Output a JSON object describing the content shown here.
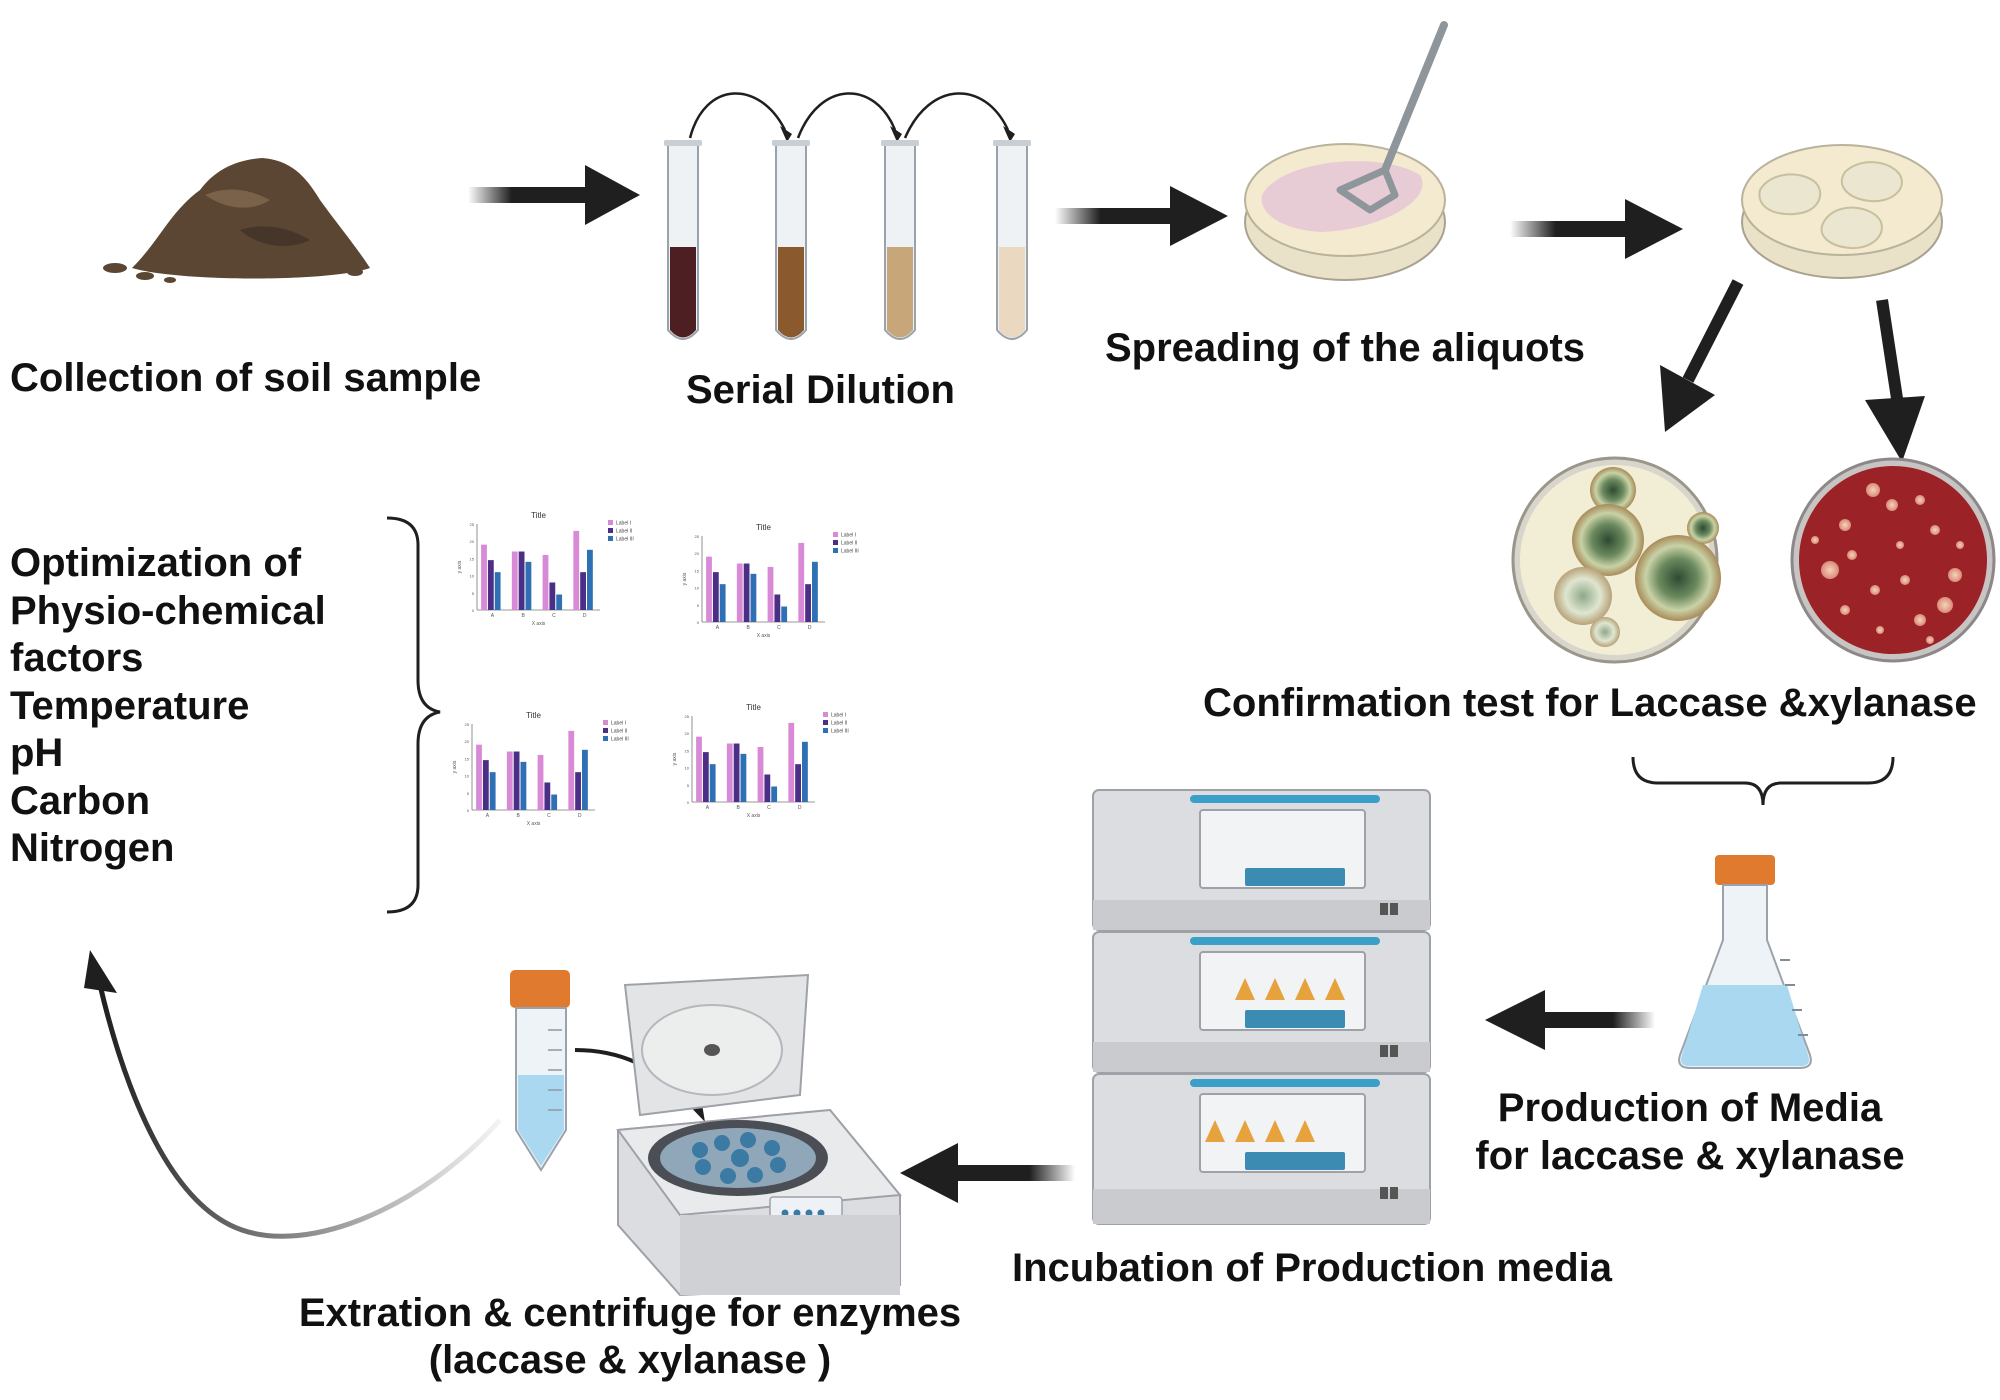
{
  "steps": {
    "collection": "Collection of soil sample",
    "serial_dilution": "Serial  Dilution",
    "spreading": "Spreading of  the aliquots",
    "confirmation": "Confirmation test for Laccase  &xylanase",
    "production_line1": "Production of Media",
    "production_line2": "for laccase & xylanase",
    "incubation": "Incubation of Production media",
    "extraction_line1": "Extration & centrifuge for enzymes",
    "extraction_line2": "(laccase & xylanase )"
  },
  "optimization": {
    "lines": [
      "Optimization of",
      "Physio-chemical",
      "factors",
      "Temperature",
      "pH",
      "Carbon",
      "Nitrogen"
    ]
  },
  "mini_charts": {
    "title": "Title",
    "xlabel": "X axis",
    "ylabel": "y axis",
    "legend": [
      "Label I",
      "Label II",
      "Label III"
    ],
    "categories": [
      "A",
      "B",
      "C",
      "D"
    ],
    "series_colors": [
      "#d98ad6",
      "#4b2f86",
      "#2f6fb3"
    ]
  },
  "chart_data": [
    {
      "type": "bar",
      "title": "Title",
      "xlabel": "X axis",
      "ylabel": "y axis",
      "categories": [
        "A",
        "B",
        "C",
        "D"
      ],
      "ylim": [
        0,
        25
      ],
      "series": [
        {
          "name": "Label I",
          "values": [
            19,
            17,
            16,
            23
          ]
        },
        {
          "name": "Label II",
          "values": [
            14.5,
            17,
            8,
            11
          ]
        },
        {
          "name": "Label III",
          "values": [
            11,
            14,
            4.5,
            17.5
          ]
        }
      ]
    },
    {
      "type": "bar",
      "title": "Title",
      "xlabel": "X axis",
      "ylabel": "y axis",
      "categories": [
        "A",
        "B",
        "C",
        "D"
      ],
      "ylim": [
        0,
        25
      ],
      "series": [
        {
          "name": "Label I",
          "values": [
            19,
            17,
            16,
            23
          ]
        },
        {
          "name": "Label II",
          "values": [
            14.5,
            17,
            8,
            11
          ]
        },
        {
          "name": "Label III",
          "values": [
            11,
            14,
            4.5,
            17.5
          ]
        }
      ]
    },
    {
      "type": "bar",
      "title": "Title",
      "xlabel": "X axis",
      "ylabel": "y axis",
      "categories": [
        "A",
        "B",
        "C",
        "D"
      ],
      "ylim": [
        0,
        25
      ],
      "series": [
        {
          "name": "Label I",
          "values": [
            19,
            17,
            16,
            23
          ]
        },
        {
          "name": "Label II",
          "values": [
            14.5,
            17,
            8,
            11
          ]
        },
        {
          "name": "Label III",
          "values": [
            11,
            14,
            4.5,
            17.5
          ]
        }
      ]
    },
    {
      "type": "bar",
      "title": "Title",
      "xlabel": "X axis",
      "ylabel": "y axis",
      "categories": [
        "A",
        "B",
        "C",
        "D"
      ],
      "ylim": [
        0,
        25
      ],
      "series": [
        {
          "name": "Label I",
          "values": [
            19,
            17,
            16,
            23
          ]
        },
        {
          "name": "Label II",
          "values": [
            14.5,
            17,
            8,
            11
          ]
        },
        {
          "name": "Label III",
          "values": [
            11,
            14,
            4.5,
            17.5
          ]
        }
      ]
    }
  ],
  "colors": {
    "arrow": "#1f1f1f",
    "soil": "#5a4632",
    "agar": "#f1e8c4",
    "red_plate": "#9b2226",
    "media_blue": "#a9d8f0",
    "cap_orange": "#e07a2e",
    "machine_grey": "#dcdde0"
  }
}
